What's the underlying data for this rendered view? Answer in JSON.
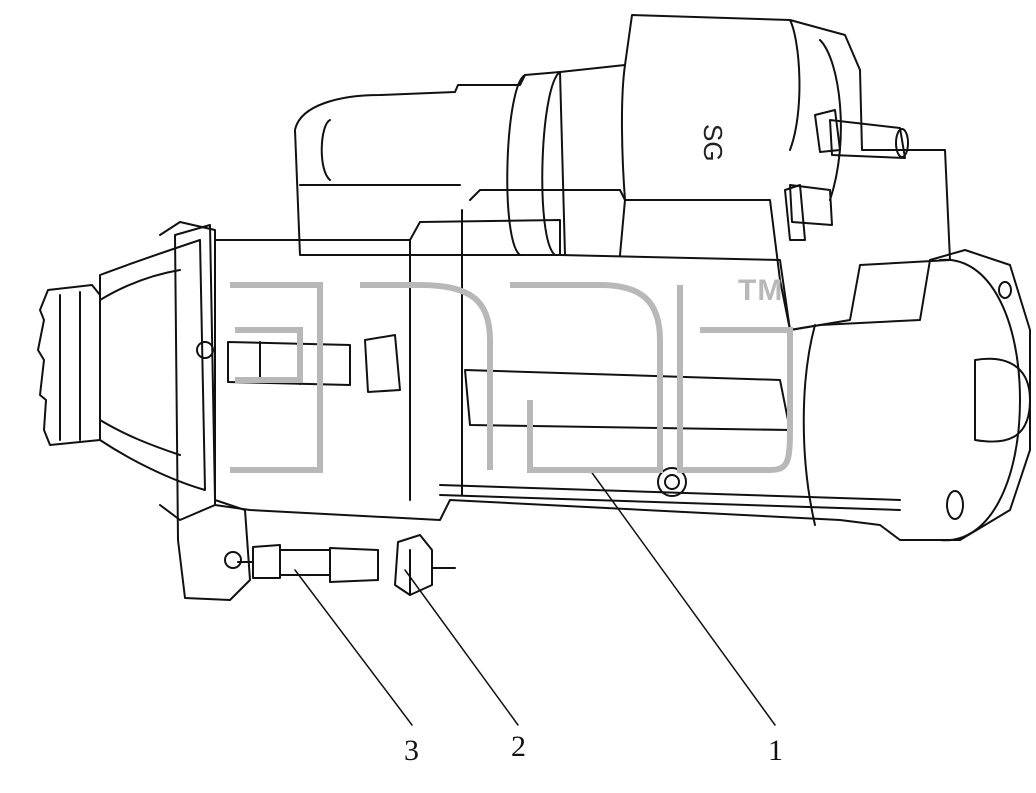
{
  "callouts": {
    "part_1": "1",
    "part_2": "2",
    "part_3": "3"
  },
  "housing_stamp": "SG",
  "watermark": {
    "text": "sdlg",
    "trademark": "TM",
    "color": "#b8b8b8"
  },
  "colors": {
    "line": "#111111",
    "background": "#ffffff"
  }
}
